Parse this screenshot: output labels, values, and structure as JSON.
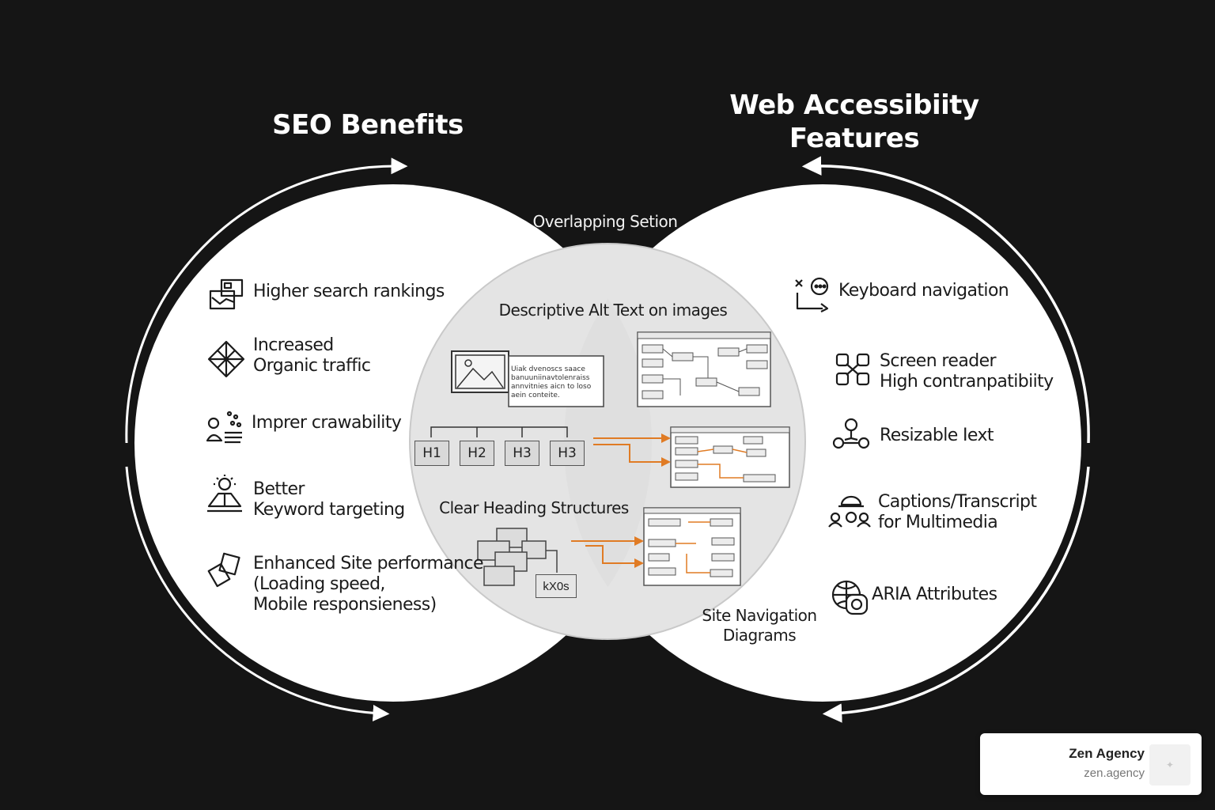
{
  "seo": {
    "title": "SEO Benefits",
    "items": [
      {
        "icon": "window-chart-icon",
        "text": "Higher search rankings"
      },
      {
        "icon": "grid-diamond-icon",
        "text": "Increased\nOrganic traffic"
      },
      {
        "icon": "crawler-person-icon",
        "text": "Imprer crawability"
      },
      {
        "icon": "target-book-icon",
        "text": "Better\nKeyword targeting"
      },
      {
        "icon": "stacked-cards-icon",
        "text": "Enhanced Site performance\n(Loading speed,\nMobile responsieness)"
      }
    ]
  },
  "accessibility": {
    "title": "Web Accessibiity\nFeatures",
    "items": [
      {
        "icon": "keyboard-chat-icon",
        "text": "Keyboard navigation"
      },
      {
        "icon": "screen-reader-icon",
        "text": "Screen reader\nHigh contranpatibiity"
      },
      {
        "icon": "resize-text-icon",
        "text": "Resizable Iext"
      },
      {
        "icon": "people-captions-icon",
        "text": "Captions/Transcript\nfor Multimedia"
      },
      {
        "icon": "aria-globe-icon",
        "text": "ARIA Attributes"
      }
    ]
  },
  "overlap": {
    "label": "Overlapping Setion",
    "alt_text_label": "Descriptive Alt Text on images",
    "alt_text_sample": "Uiak dvenoscs saace\nbanuuniinavtolenraiss\nannvitnies aicn to loso\naein conteite.",
    "headings": [
      "H1",
      "H2",
      "H3",
      "H3"
    ],
    "heading_label": "Clear Heading Structures",
    "box_label": "kX0s",
    "nav_label": "Site Navigation\nDiagrams"
  },
  "colors": {
    "background": "#151515",
    "circle_fill": "#ffffff",
    "overlap_fill": "#e4e4e4",
    "overlap_dark": "#8a8a8a",
    "accent": "#e07b24"
  },
  "badge": {
    "name": "Zen Agency",
    "url": "zen.agency"
  }
}
